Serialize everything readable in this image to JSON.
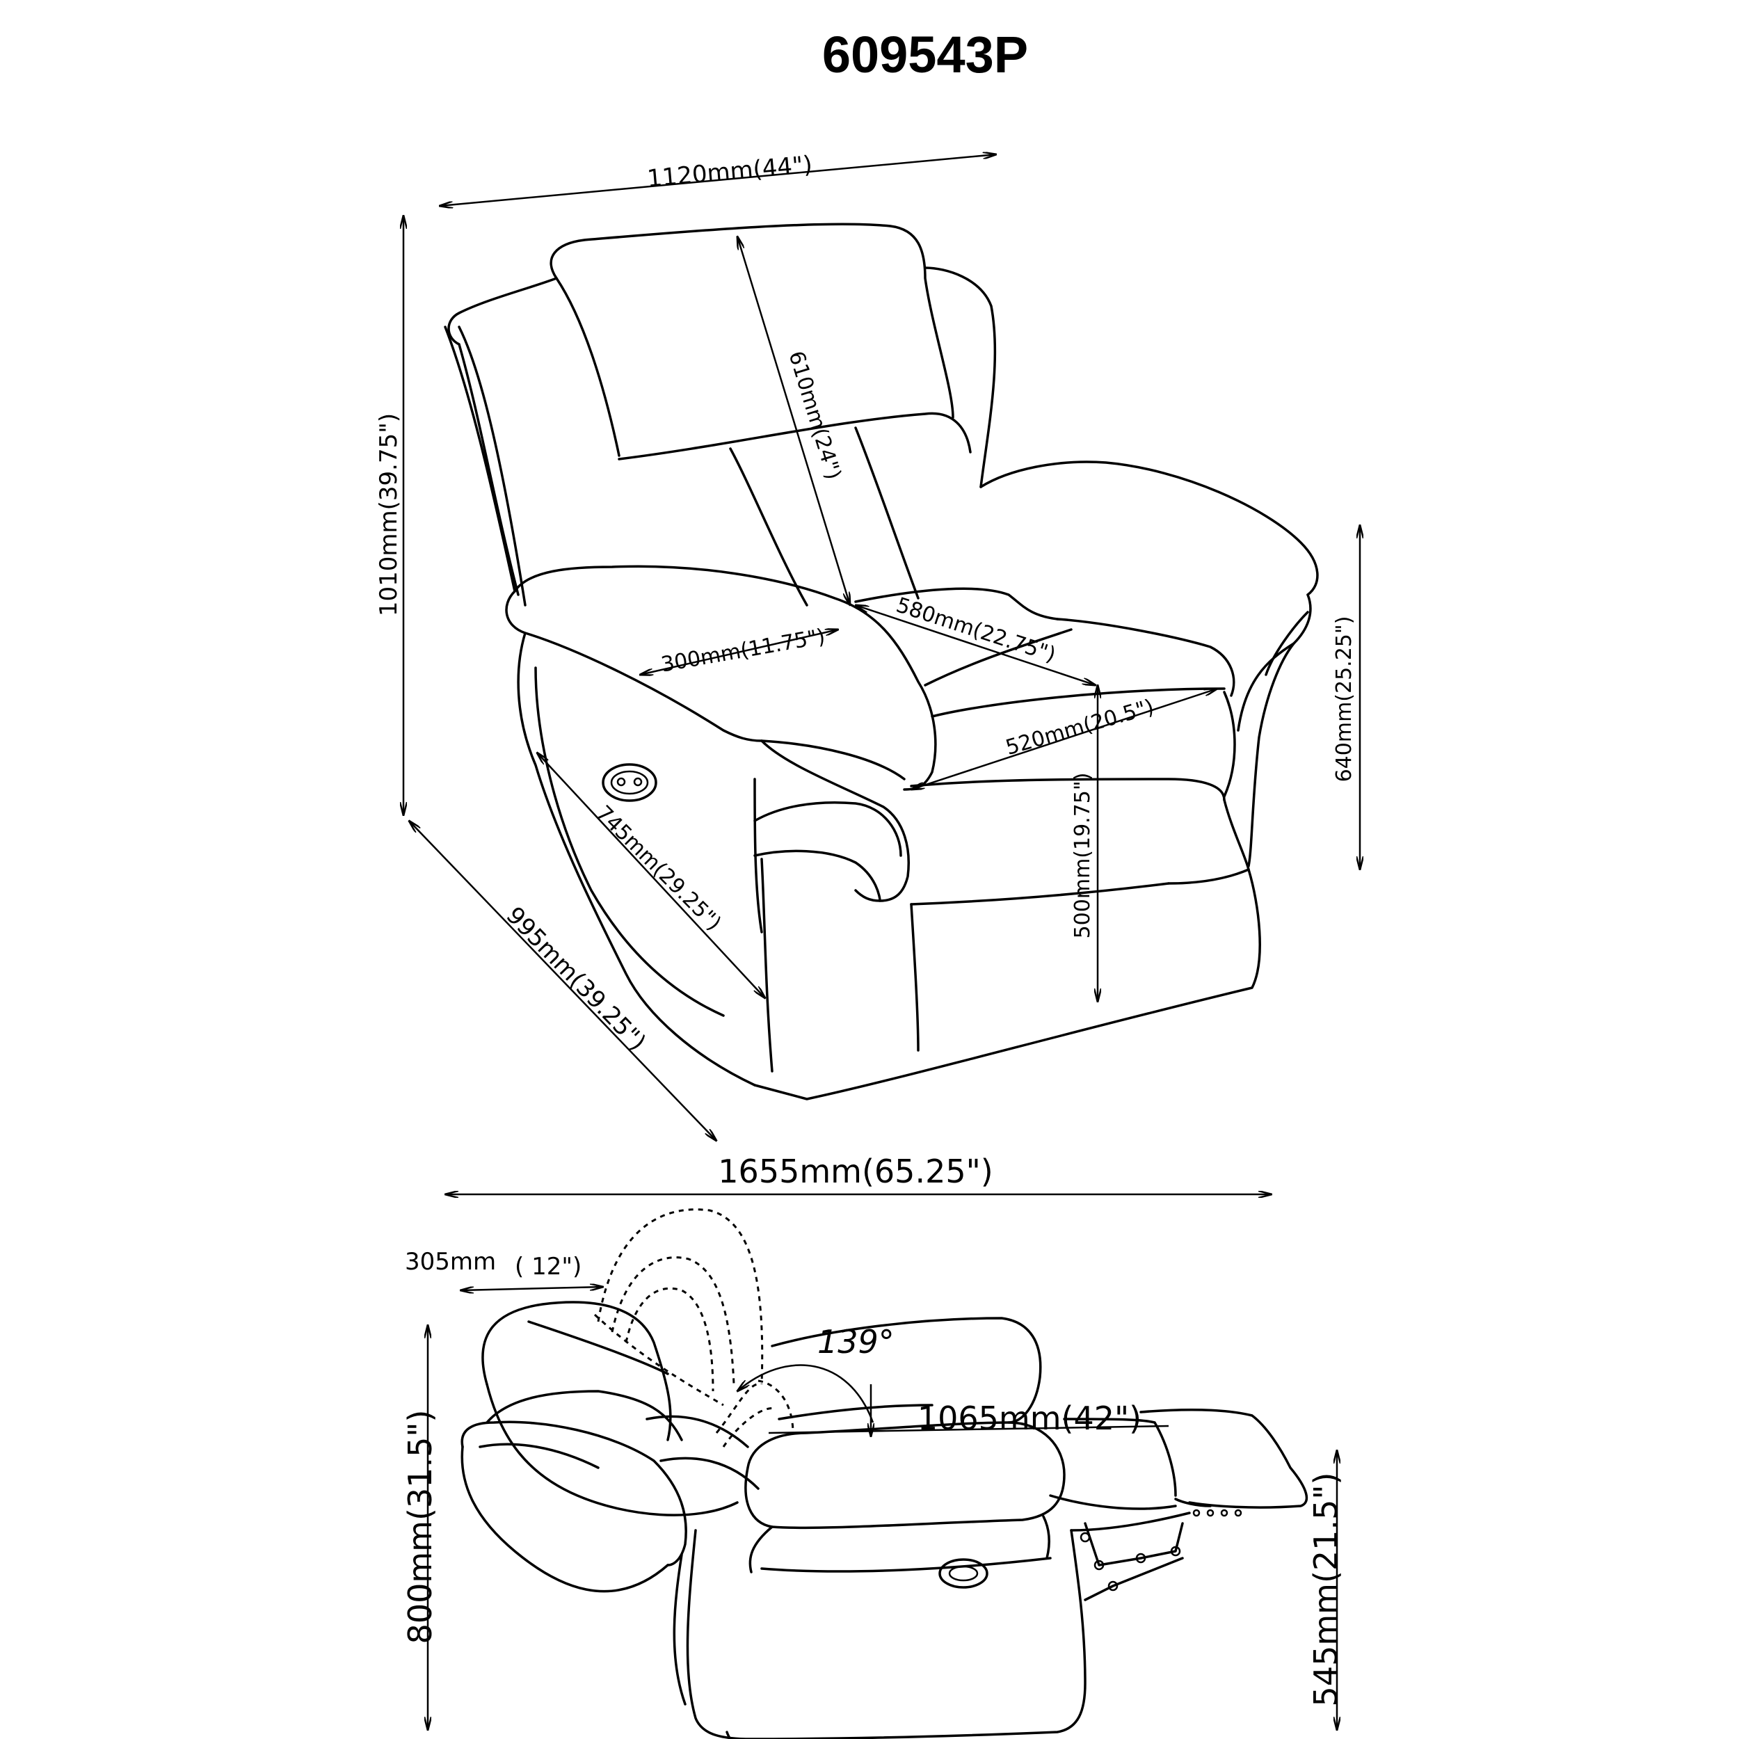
{
  "title": "609543P",
  "top_view": {
    "width": "1120mm(44\")",
    "height": "1010mm(39.75\")",
    "depth": "995mm(39.25\")",
    "back_height": "610mm(24\")",
    "seat_depth": "580mm(22.75\")",
    "arm_width": "300mm(11.75\")",
    "seat_width": "520mm(20.5\")",
    "arm_height": "640mm(25.25\")",
    "seat_height": "500mm(19.75\")",
    "arm_length": "745mm(29.25\")"
  },
  "side_view": {
    "extended_length": "1655mm(65.25\")",
    "wall_clearance_mm": "305mm",
    "wall_clearance_in": "( 12\")",
    "recline_angle": "139°",
    "reclined_length": "1065mm(42\")",
    "height": "800mm(31.5\")",
    "footrest_height": "545mm(21.5\")"
  }
}
